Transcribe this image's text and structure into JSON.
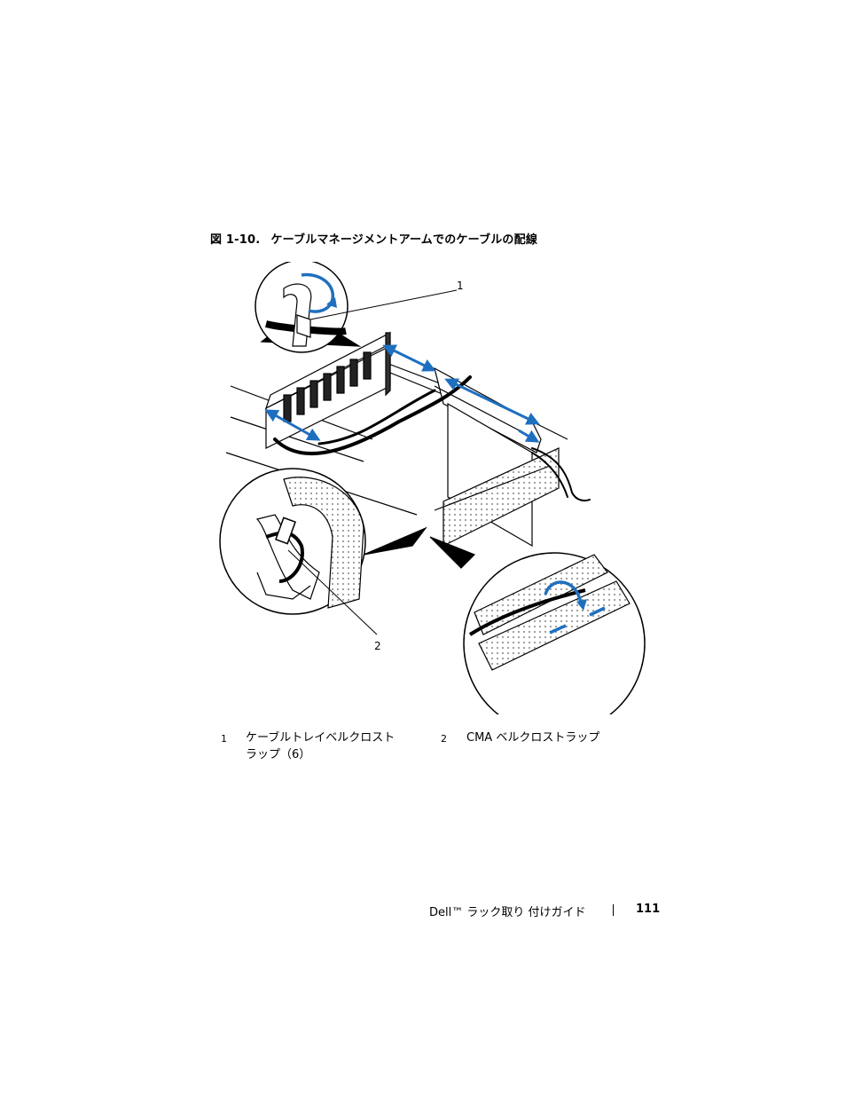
{
  "figure": {
    "number": "図 1-10.",
    "title": "ケーブルマネージメントアームでのケーブルの配線",
    "callouts": [
      "1",
      "2"
    ]
  },
  "legend": [
    {
      "num": "1",
      "text": "ケーブルトレイベルクロスト\nラップ（6）"
    },
    {
      "num": "2",
      "text": "CMA ベルクロストラップ"
    }
  ],
  "footer": {
    "doc_title": "Dell™ ラック取り 付けガイド",
    "page_number": "111"
  }
}
